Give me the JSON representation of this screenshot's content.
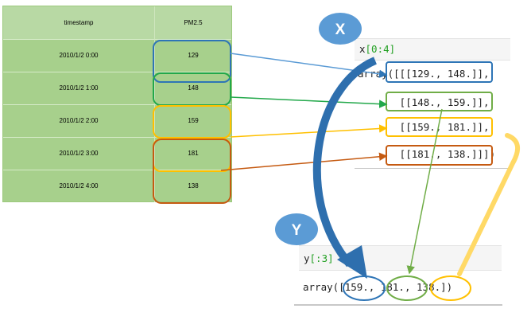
{
  "table": {
    "headers": [
      "timestamp",
      "PM2.5"
    ],
    "rows": [
      {
        "timestamp": "2010/1/2 0:00",
        "pm25": "129"
      },
      {
        "timestamp": "2010/1/2 1:00",
        "pm25": "148"
      },
      {
        "timestamp": "2010/1/2 2:00",
        "pm25": "159"
      },
      {
        "timestamp": "2010/1/2 3:00",
        "pm25": "181"
      },
      {
        "timestamp": "2010/1/2 4:00",
        "pm25": "138"
      }
    ]
  },
  "labels": {
    "x": "X",
    "y": "Y"
  },
  "code_x": {
    "var": "x",
    "slice": "[0:4]",
    "output_lines": [
      "array([[[129., 148.]],",
      "       [[148., 159.]],",
      "       [[159., 181.]],",
      "       [[181., 138.]]])"
    ]
  },
  "code_y": {
    "var": "y",
    "slice": "[:3]",
    "output_prefix": "array([",
    "values": [
      "159.",
      "181.",
      "138."
    ],
    "output_suffix": "])"
  },
  "colors": {
    "blue": "#2e75b6",
    "green": "#22a84a",
    "yellow": "#ffc000",
    "orange": "#c55a11",
    "badge": "#5b9bd5",
    "x_arrow": "#2e6fae",
    "y_green": "#70ad47",
    "y_yellow": "#ffd966"
  }
}
